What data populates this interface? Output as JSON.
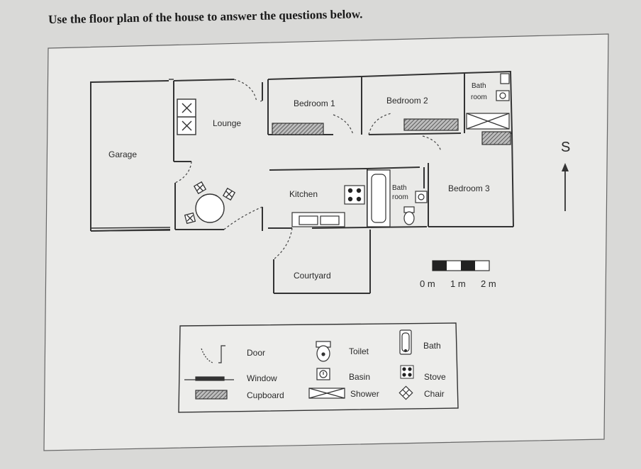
{
  "instruction": "Use the floor plan of the house to answer the questions below.",
  "rooms": {
    "garage": "Garage",
    "lounge": "Lounge",
    "bedroom1": "Bedroom 1",
    "bedroom2": "Bedroom 2",
    "bathroom_top_line1": "Bath",
    "bathroom_top_line2": "room",
    "kitchen": "Kitchen",
    "bathroom_mid_line1": "Bath",
    "bathroom_mid_line2": "room",
    "bedroom3": "Bedroom 3",
    "courtyard": "Courtyard"
  },
  "compass": {
    "label": "S",
    "icon": "arrow-up-icon"
  },
  "scale": {
    "labels": [
      "0 m",
      "1 m",
      "2 m"
    ]
  },
  "legend": {
    "door": "Door",
    "window": "Window",
    "cupboard": "Cupboard",
    "toilet": "Toilet",
    "basin": "Basin",
    "shower": "Shower",
    "bath": "Bath",
    "stove": "Stove",
    "chair": "Chair"
  }
}
